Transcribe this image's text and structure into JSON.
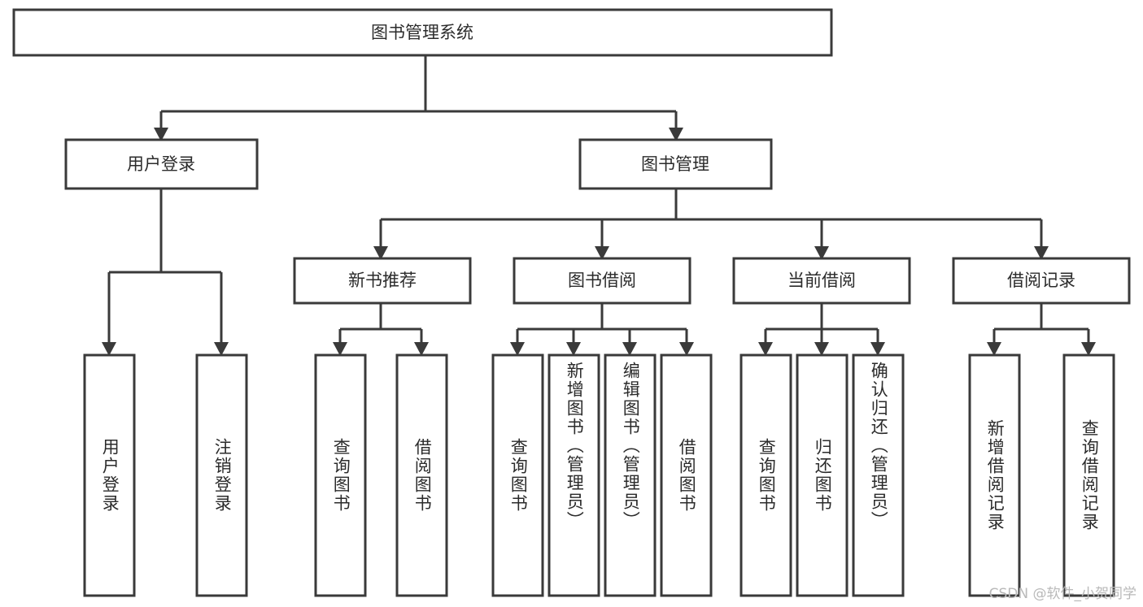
{
  "diagram": {
    "title": "图书管理系统",
    "root": {
      "label": "图书管理系统"
    },
    "level2": [
      {
        "label": "用户登录"
      },
      {
        "label": "图书管理"
      }
    ],
    "level3": [
      {
        "label": "新书推荐"
      },
      {
        "label": "图书借阅"
      },
      {
        "label": "当前借阅"
      },
      {
        "label": "借阅记录"
      }
    ],
    "leaves": {
      "user_login": [
        {
          "label": "用户登录"
        },
        {
          "label": "注销登录"
        }
      ],
      "new_book_recommend": [
        {
          "label": "查询图书"
        },
        {
          "label": "借阅图书"
        }
      ],
      "book_borrow": [
        {
          "label": "查询图书"
        },
        {
          "label": "新增图书（管理员）"
        },
        {
          "label": "编辑图书（管理员）"
        },
        {
          "label": "借阅图书"
        }
      ],
      "current_borrow": [
        {
          "label": "查询图书"
        },
        {
          "label": "归还图书"
        },
        {
          "label": "确认归还（管理员）"
        }
      ],
      "borrow_records": [
        {
          "label": "新增借阅记录"
        },
        {
          "label": "查询借阅记录"
        }
      ]
    }
  },
  "watermark": {
    "text": "CSDN @软件_小贺同学"
  },
  "colors": {
    "stroke": "#3a3a3a",
    "box_fill": "#ffffff",
    "text": "#2b2b2b",
    "watermark": "#b9b9b9",
    "background": "#ffffff"
  }
}
